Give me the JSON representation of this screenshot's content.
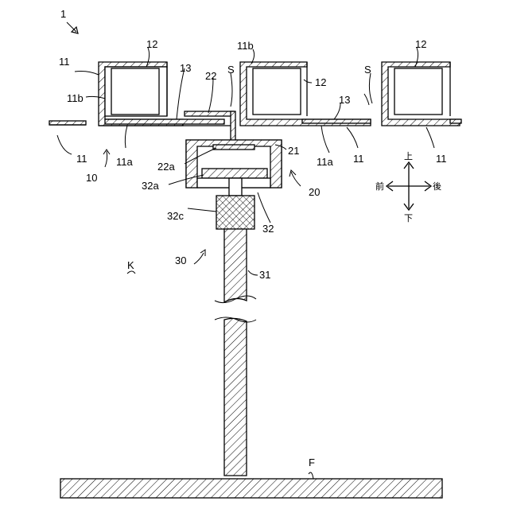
{
  "figure_number": "1",
  "labels": {
    "l1": "1",
    "l11_a": "11",
    "l11_b": "11",
    "l11_c": "11",
    "l11_d": "11",
    "l11b_left": "11b",
    "l11b_top": "11b",
    "l11a_left": "11a",
    "l11a_right": "11a",
    "l12_a": "12",
    "l12_b": "12",
    "l12_c": "12",
    "l13_a": "13",
    "l13_b": "13",
    "l22": "22",
    "lS_a": "S",
    "lS_b": "S",
    "l21": "21",
    "l22a": "22a",
    "l32a": "32a",
    "l20": "20",
    "l10": "10",
    "l32c": "32c",
    "l32": "32",
    "l30": "30",
    "l31": "31",
    "lK": "K",
    "lF": "F"
  },
  "direction_indicator": {
    "up": "上",
    "down": "下",
    "front": "前",
    "back": "後"
  }
}
